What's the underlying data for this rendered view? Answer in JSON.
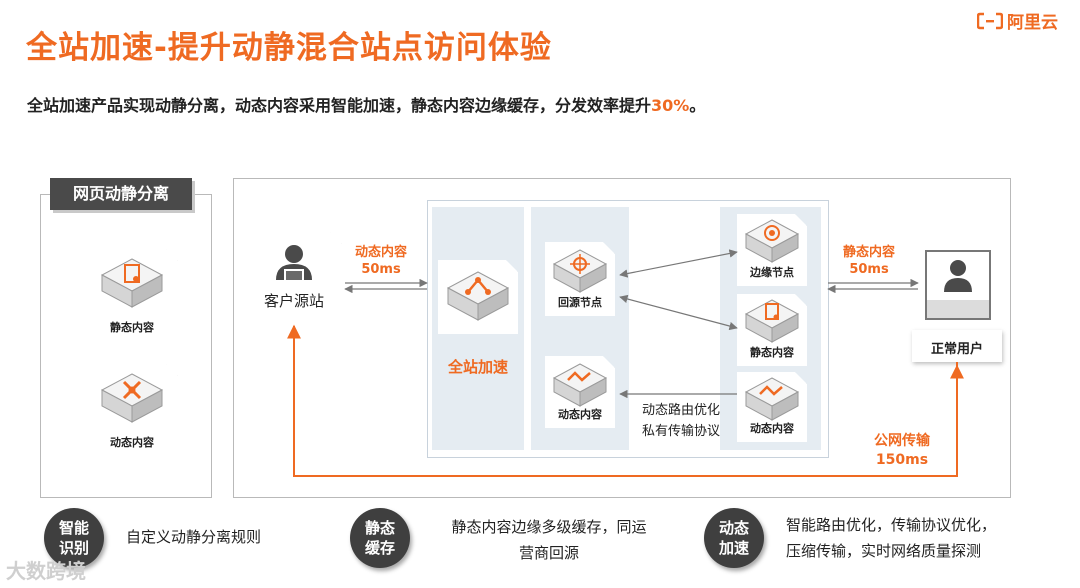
{
  "header": {
    "title": "全站加速-提升动静混合站点访问体验",
    "subtitle_prefix": "全站加速产品实现动静分离，动态内容采用智能加速，静态内容边缘缓存，分发效率提升",
    "subtitle_highlight": "30%",
    "subtitle_suffix": "。",
    "logo_text": "阿里云"
  },
  "left_panel": {
    "tag": "网页动静分离",
    "card1_label": "静态内容",
    "card2_label": "动态内容"
  },
  "diagram": {
    "origin_label": "客户源站",
    "left_link": {
      "line1": "动态内容",
      "line2": "50ms"
    },
    "accel_label": "全站加速",
    "back_node_label": "回源节点",
    "dynamic_inner_label": "动态内容",
    "routing_text1": "动态路由优化",
    "routing_text2": "私有传输协议",
    "edge_node_label": "边缘节点",
    "static_node_label": "静态内容",
    "dynamic_node_label": "动态内容",
    "right_link": {
      "line1": "静态内容",
      "line2": "50ms"
    },
    "user_label": "正常用户",
    "public_link": {
      "line1": "公网传输",
      "line2": "150ms"
    }
  },
  "bottom": {
    "item1": {
      "circle": "智能识别",
      "text": "自定义动静分离规则"
    },
    "item2": {
      "circle": "静态缓存",
      "text_line1": "静态内容边缘多级缓存，同运",
      "text_line2": "营商回源"
    },
    "item3": {
      "circle": "动态加速",
      "text_line1": "智能路由优化，传输协议优化，",
      "text_line2": "压缩传输，实时网络质量探测"
    }
  },
  "watermark": "大数跨境",
  "colors": {
    "accent": "#ef6a22",
    "dark": "#3f3f3f",
    "panel": "#e5ecf2"
  }
}
